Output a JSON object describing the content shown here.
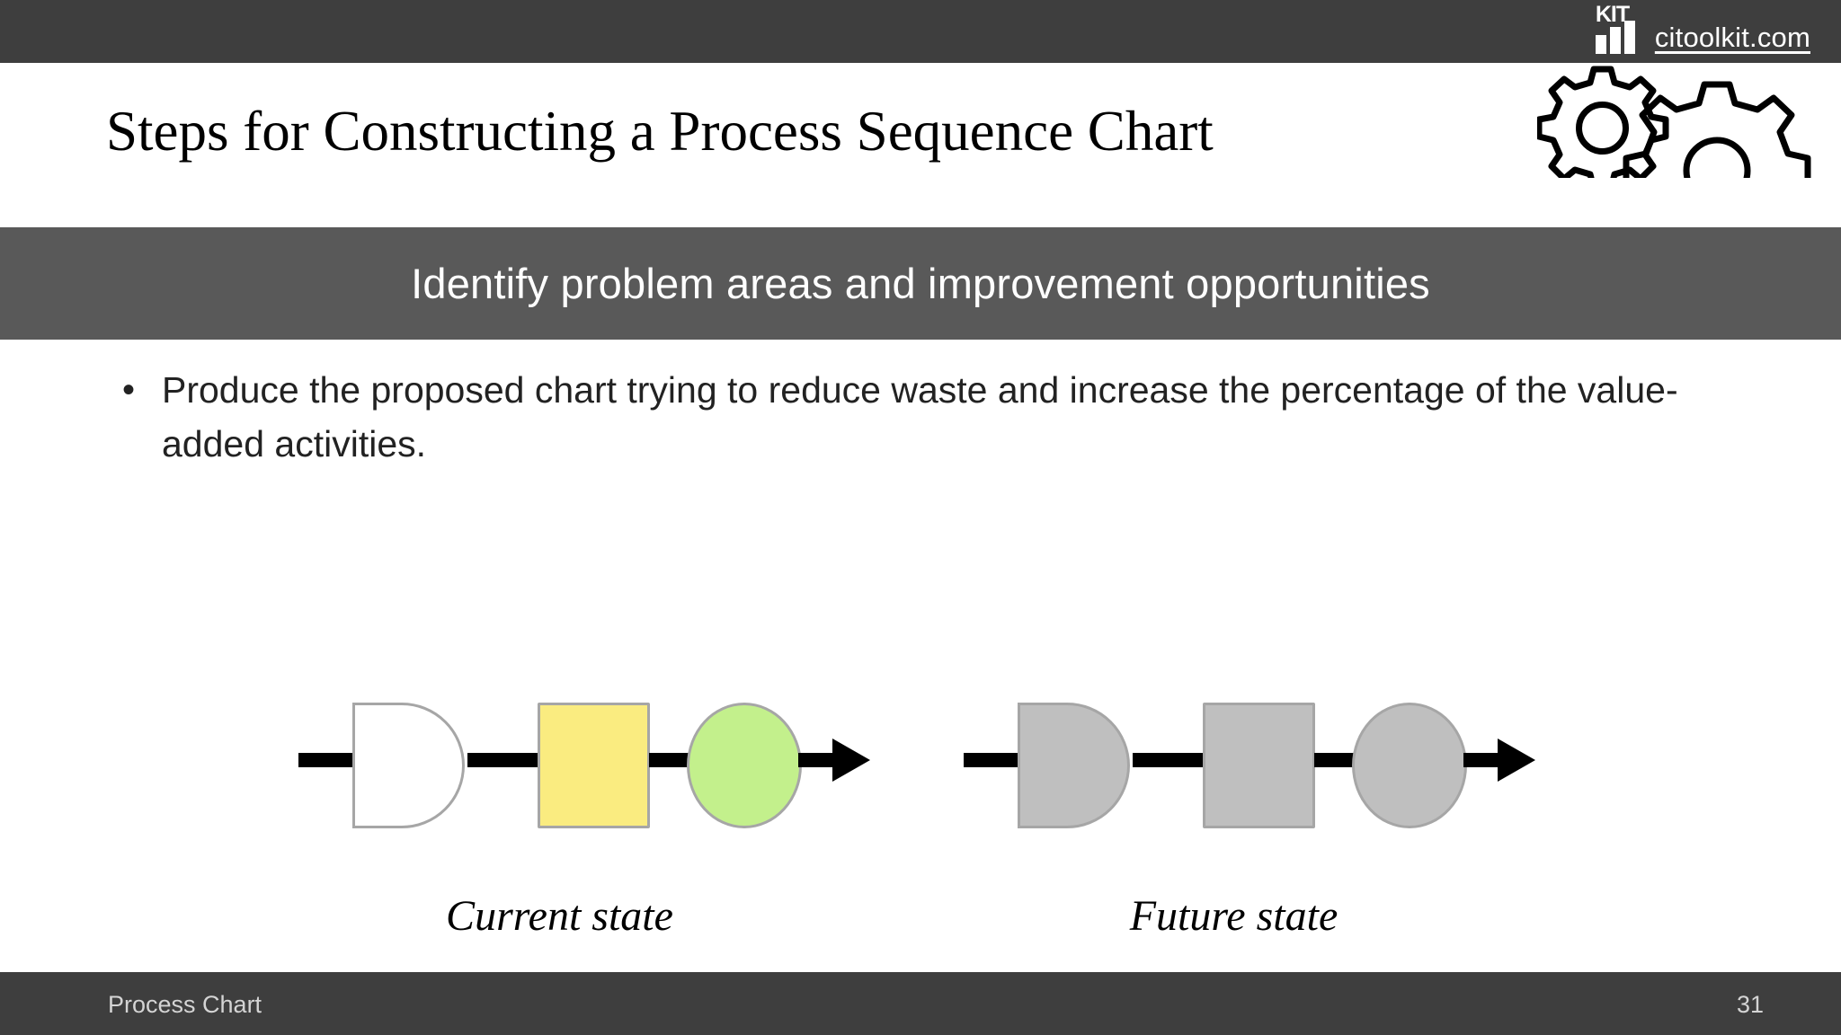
{
  "topbar": {
    "logo_word": "KIT",
    "logo_icon": "bar-chart-logo",
    "link_text": "citoolkit.com"
  },
  "header": {
    "title": "Steps for Constructing a Process Sequence Chart",
    "decoration_icon": "gears-icon"
  },
  "subtitle": {
    "text": "Identify problem areas and improvement opportunities",
    "background": "#595959"
  },
  "body": {
    "bullet_marker": "•",
    "bullet_text": "Produce the proposed chart trying to reduce waste and increase the percentage of the value-added activities."
  },
  "diagram": {
    "flows": [
      {
        "id": "current-state",
        "caption": "Current state",
        "nodes": [
          {
            "shape": "d-shape",
            "fill": "#ffffff",
            "stroke": "#a6a6a6",
            "name": "operation-node"
          },
          {
            "shape": "square",
            "fill": "#faec80",
            "stroke": "#a6a6a6",
            "name": "process-node"
          },
          {
            "shape": "circle",
            "fill": "#c3f08c",
            "stroke": "#a6a6a6",
            "name": "value-node"
          }
        ],
        "connector_color": "#000000",
        "arrow_icon": "arrow-right-icon"
      },
      {
        "id": "future-state",
        "caption": "Future state",
        "nodes": [
          {
            "shape": "d-shape",
            "fill": "#bfbfbf",
            "stroke": "#a6a6a6",
            "name": "operation-node"
          },
          {
            "shape": "square",
            "fill": "#bfbfbf",
            "stroke": "#a6a6a6",
            "name": "process-node"
          },
          {
            "shape": "circle",
            "fill": "#bfbfbf",
            "stroke": "#a6a6a6",
            "name": "value-node"
          }
        ],
        "connector_color": "#000000",
        "arrow_icon": "arrow-right-icon"
      }
    ]
  },
  "footer": {
    "label": "Process Chart",
    "page_number": "31",
    "background": "#3e3e3e"
  }
}
